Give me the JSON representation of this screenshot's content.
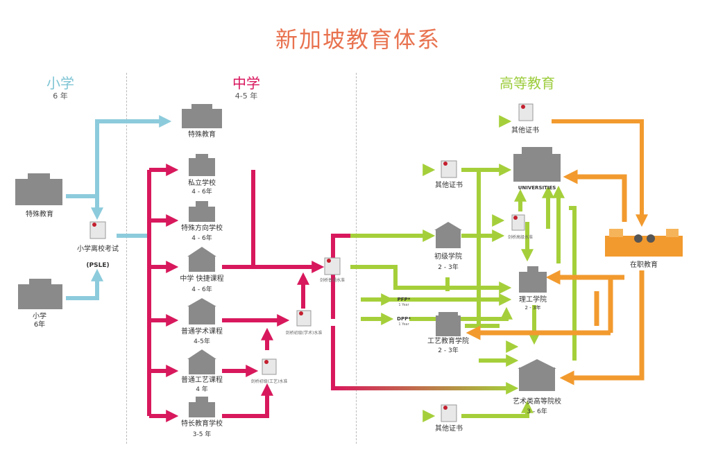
{
  "title": "新加坡教育体系",
  "columns": {
    "primary": {
      "label": "小学",
      "years": "6 年",
      "color": "#7ec4d4"
    },
    "secondary": {
      "label": "中学",
      "years": "4-5 年",
      "color": "#d8145c"
    },
    "higher": {
      "label": "高等教育",
      "color": "#9ccc3c"
    }
  },
  "colors": {
    "magenta": "#d8185c",
    "green": "#a5cf3a",
    "orange": "#f29a2e",
    "blue": "#8ccbdc",
    "building": "#8a8a8a"
  },
  "nodes": {
    "primary_special": {
      "label": "特殊教育"
    },
    "primary_school": {
      "label": "小学",
      "years": "6年"
    },
    "psle": {
      "label": "小学离校考试",
      "sub": "(PSLE)"
    },
    "sec_special": {
      "label": "特殊教育"
    },
    "private": {
      "label": "私立学校",
      "years": "4 - 6年"
    },
    "specialized": {
      "label": "特殊方向学校",
      "years": "4 - 6年"
    },
    "express": {
      "label": "中学 快捷课程",
      "years": "4 - 6年"
    },
    "normal_academic": {
      "label": "普通学术课程",
      "years": "4-5年"
    },
    "normal_technical": {
      "label": "普通工艺课程",
      "years": "4 年"
    },
    "specialised_independent": {
      "label": "特长教育学校",
      "years": "3-5 年"
    },
    "cert_o": {
      "label": "剑桥普通水准"
    },
    "cert_n_acad": {
      "label": "剑桥初级(学术)水准"
    },
    "cert_n_tech": {
      "label": "剑桥初级(工艺)水准"
    },
    "cert_a": {
      "label": "剑桥高级水准"
    },
    "other_cert_top": {
      "label": "其他证书"
    },
    "other_cert_mid": {
      "label": "其他证书"
    },
    "other_cert_bottom": {
      "label": "其他证书"
    },
    "universities": {
      "label": "UNIVERSITIES"
    },
    "junior_college": {
      "label": "初级学院",
      "years": "2 - 3年"
    },
    "polytechnic": {
      "label": "理工学院",
      "years": "2 - 3年"
    },
    "ite": {
      "label": "工艺教育学院",
      "years": "2 - 3年"
    },
    "arts": {
      "label": "艺术类高等院校",
      "years": "3 - 6年"
    },
    "workforce": {
      "label": "在职教育"
    },
    "pfp": {
      "label": "PFP*",
      "sub": "1 Year"
    },
    "dpp": {
      "label": "DPP*",
      "sub": "1 Year"
    }
  }
}
